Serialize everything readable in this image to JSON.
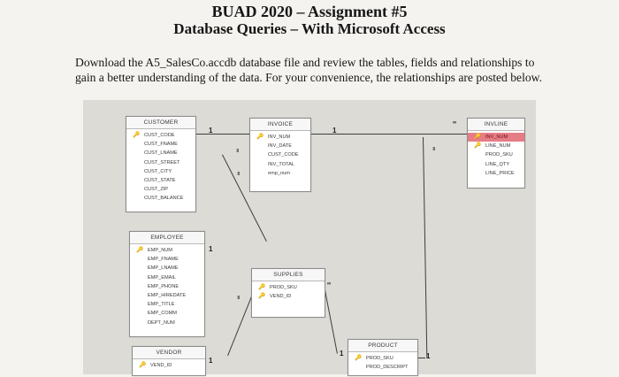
{
  "header": {
    "title": "BUAD 2020 – Assignment #5",
    "subtitle": "Database Queries – With Microsoft Access"
  },
  "intro": {
    "line1": "Download the A5_SalesCo.accdb database file and review the tables, fields and relationships to",
    "line2": "gain a better understanding of the data.  For your convenience, the relationships are posted below."
  },
  "diagram": {
    "symbols": {
      "one": "1",
      "many": "∞",
      "key": "🔑"
    },
    "customer": {
      "name": "CUSTOMER",
      "fields": [
        "CUST_CODE",
        "CUST_FNAME",
        "CUST_LNAME",
        "CUST_STREET",
        "CUST_CITY",
        "CUST_STATE",
        "CUST_ZIP",
        "CUST_BALANCE"
      ]
    },
    "invoice": {
      "name": "INVOICE",
      "fields": [
        "INV_NUM",
        "INV_DATE",
        "CUST_CODE",
        "INV_TOTAL",
        "emp_num"
      ]
    },
    "invline": {
      "name": "INVLINE",
      "fields": [
        "INV_NUM",
        "LINE_NUM",
        "PROD_SKU",
        "LINE_QTY",
        "LINE_PRICE"
      ]
    },
    "employee": {
      "name": "EMPLOYEE",
      "fields": [
        "EMP_NUM",
        "EMP_FNAME",
        "EMP_LNAME",
        "EMP_EMAIL",
        "EMP_PHONE",
        "EMP_HIREDATE",
        "EMP_TITLE",
        "EMP_COMM",
        "DEPT_NUM"
      ]
    },
    "supplies": {
      "name": "SUPPLIES",
      "fields": [
        "PROD_SKU",
        "VEND_ID"
      ]
    },
    "vendor": {
      "name": "VENDOR",
      "fields": [
        "VEND_ID"
      ]
    },
    "product": {
      "name": "PRODUCT",
      "fields": [
        "PROD_SKU",
        "PROD_DESCRIPT"
      ]
    }
  }
}
